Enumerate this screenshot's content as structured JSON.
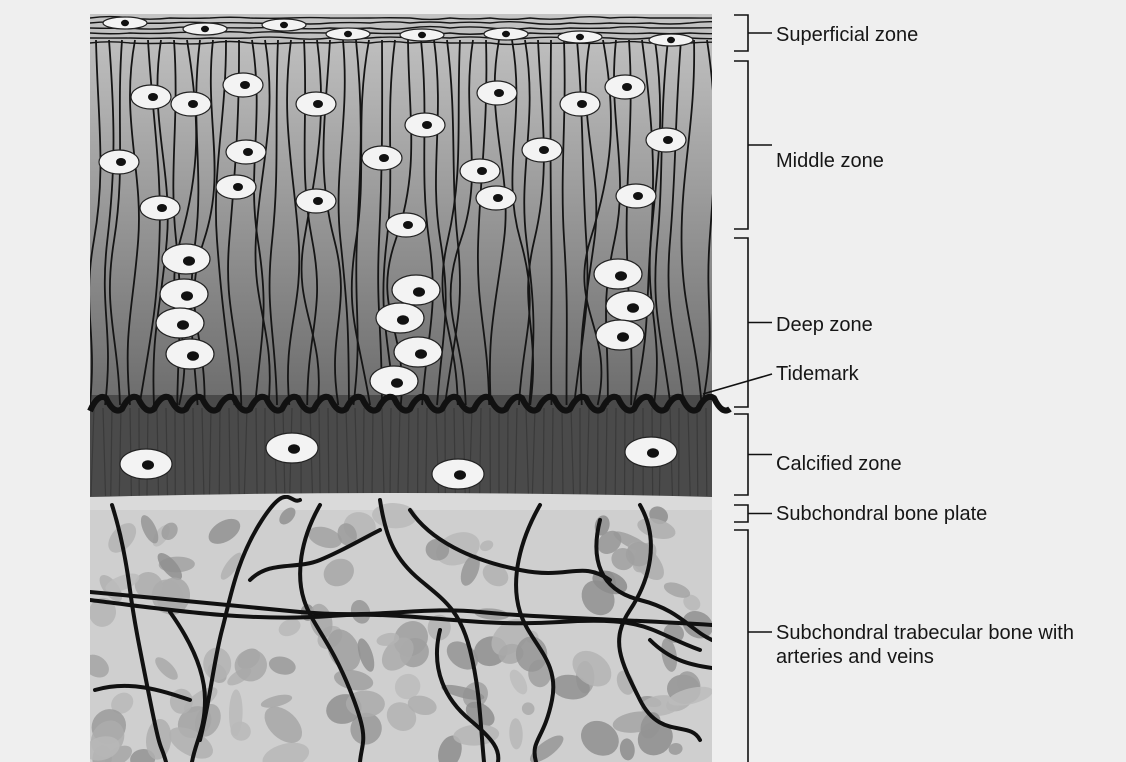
{
  "labels": {
    "superficial": "Superficial zone",
    "middle": "Middle zone",
    "deep": "Deep zone",
    "tidemark": "Tidemark",
    "calcified": "Calcified zone",
    "subchondral_plate": "Subchondral bone plate",
    "subchondral_trabecular": "Subchondral trabecular bone with arteries and veins"
  },
  "colors": {
    "background": "#efefef",
    "cartilage_top": "#c4c4c4",
    "cartilage_bottom": "#6a6a6a",
    "calcified": "#4a4a4a",
    "bone_plate": "#dadada",
    "bone": "#cfcfcf",
    "cell": "#f3f3f3",
    "line": "#111111"
  }
}
